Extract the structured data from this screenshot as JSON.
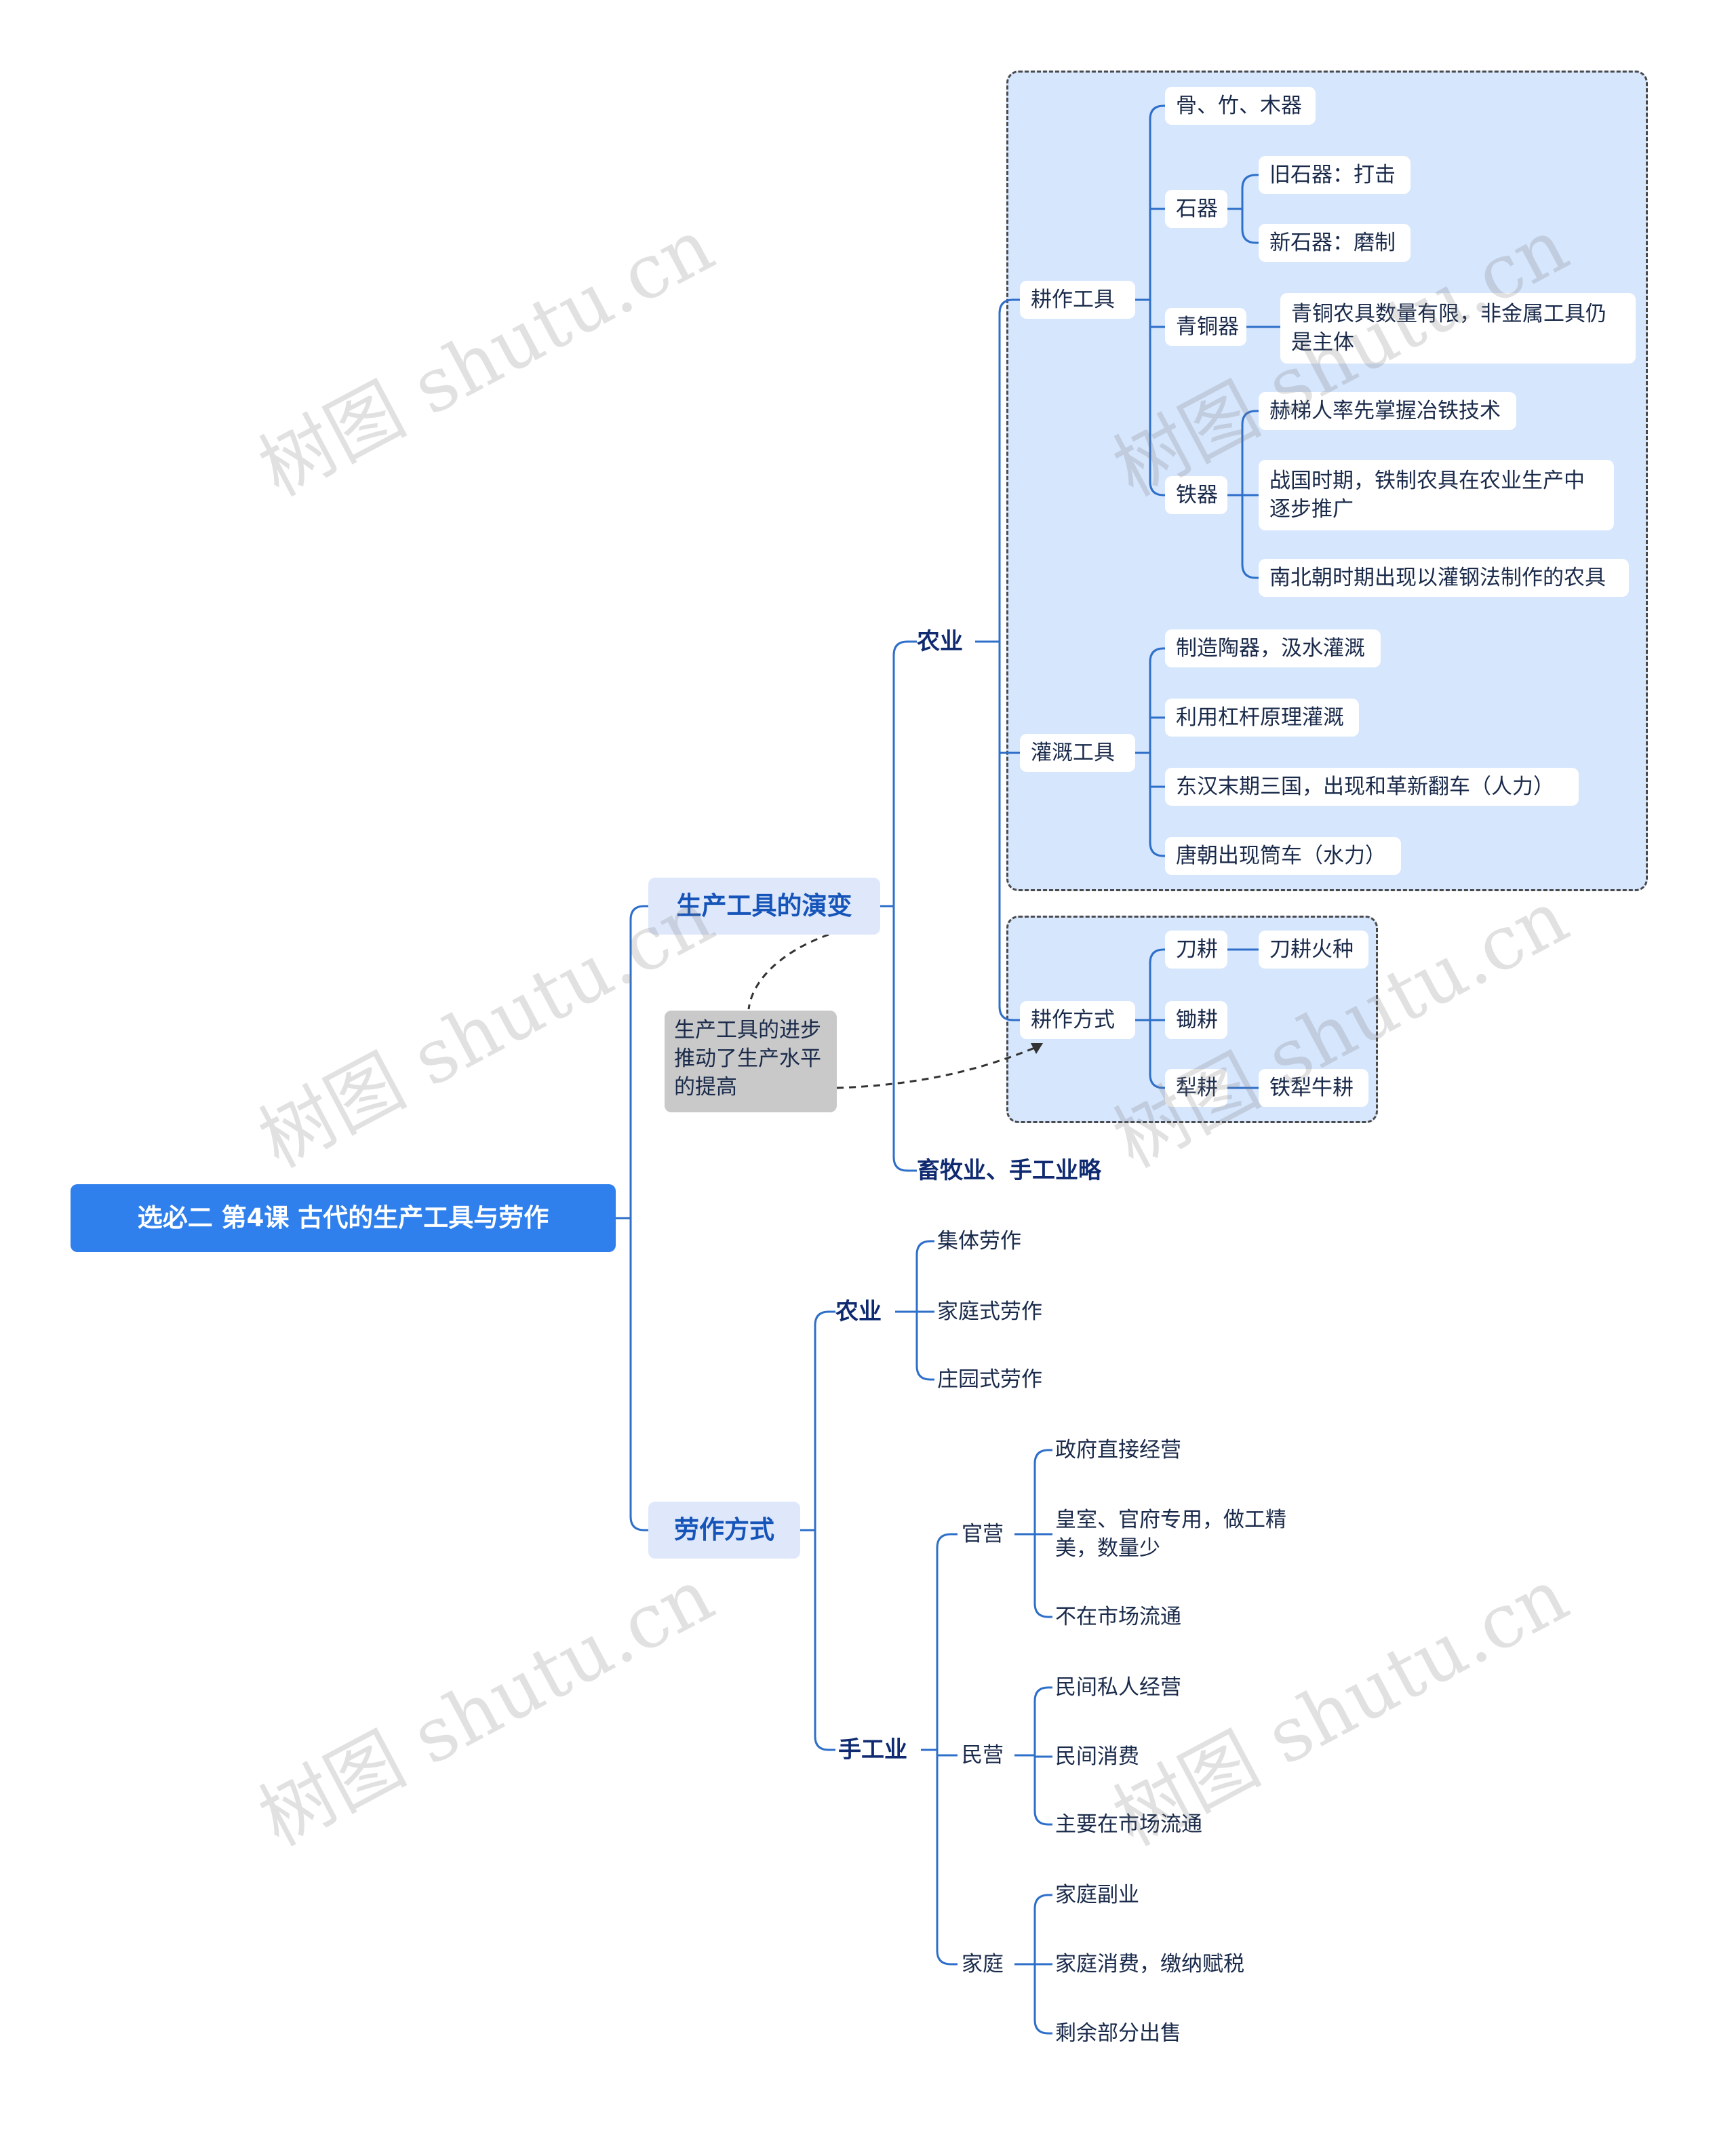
{
  "root": "选必二 第4课 古代的生产工具与劳作",
  "tools": {
    "title": "生产工具的演变",
    "agriculture": "农业",
    "farming_tools": "耕作工具",
    "bone": "骨、竹、木器",
    "stone": "石器",
    "old_stone": "旧石器：打击",
    "new_stone": "新石器：磨制",
    "bronze": "青铜器",
    "bronze_note": "青铜农具数量有限，非金属工具仍是主体",
    "iron": "铁器",
    "iron_1": "赫梯人率先掌握冶铁技术",
    "iron_2": "战国时期，铁制农具在农业生产中逐步推广",
    "iron_3": "南北朝时期出现以灌钢法制作的农具",
    "irrigation": "灌溉工具",
    "irr_1": "制造陶器，汲水灌溉",
    "irr_2": "利用杠杆原理灌溉",
    "irr_3": "东汉末期三国，出现和革新翻车（人力）",
    "irr_4": "唐朝出现筒车（水力）",
    "methods": "耕作方式",
    "slash": "刀耕",
    "slash_burn": "刀耕火种",
    "hoe": "锄耕",
    "plough": "犁耕",
    "iron_plough": "铁犁牛耕",
    "other": "畜牧业、手工业略",
    "note": "生产工具的进步推动了生产水平的提高"
  },
  "labor": {
    "title": "劳作方式",
    "agriculture": "农业",
    "collective": "集体劳作",
    "family": "家庭式劳作",
    "manor": "庄园式劳作",
    "handicraft": "手工业",
    "official": "官营",
    "off_1": "政府直接经营",
    "off_2": "皇室、官府专用，做工精美，数量少",
    "off_3": "不在市场流通",
    "private": "民营",
    "pri_1": "民间私人经营",
    "pri_2": "民间消费",
    "pri_3": "主要在市场流通",
    "home": "家庭",
    "home_1": "家庭副业",
    "home_2": "家庭消费，缴纳赋税",
    "home_3": "剩余部分出售"
  },
  "watermark": "树图 shutu.cn",
  "colors": {
    "line": "#2e6fc9",
    "root": "#2f80ed",
    "group": "#d6e6fd"
  }
}
